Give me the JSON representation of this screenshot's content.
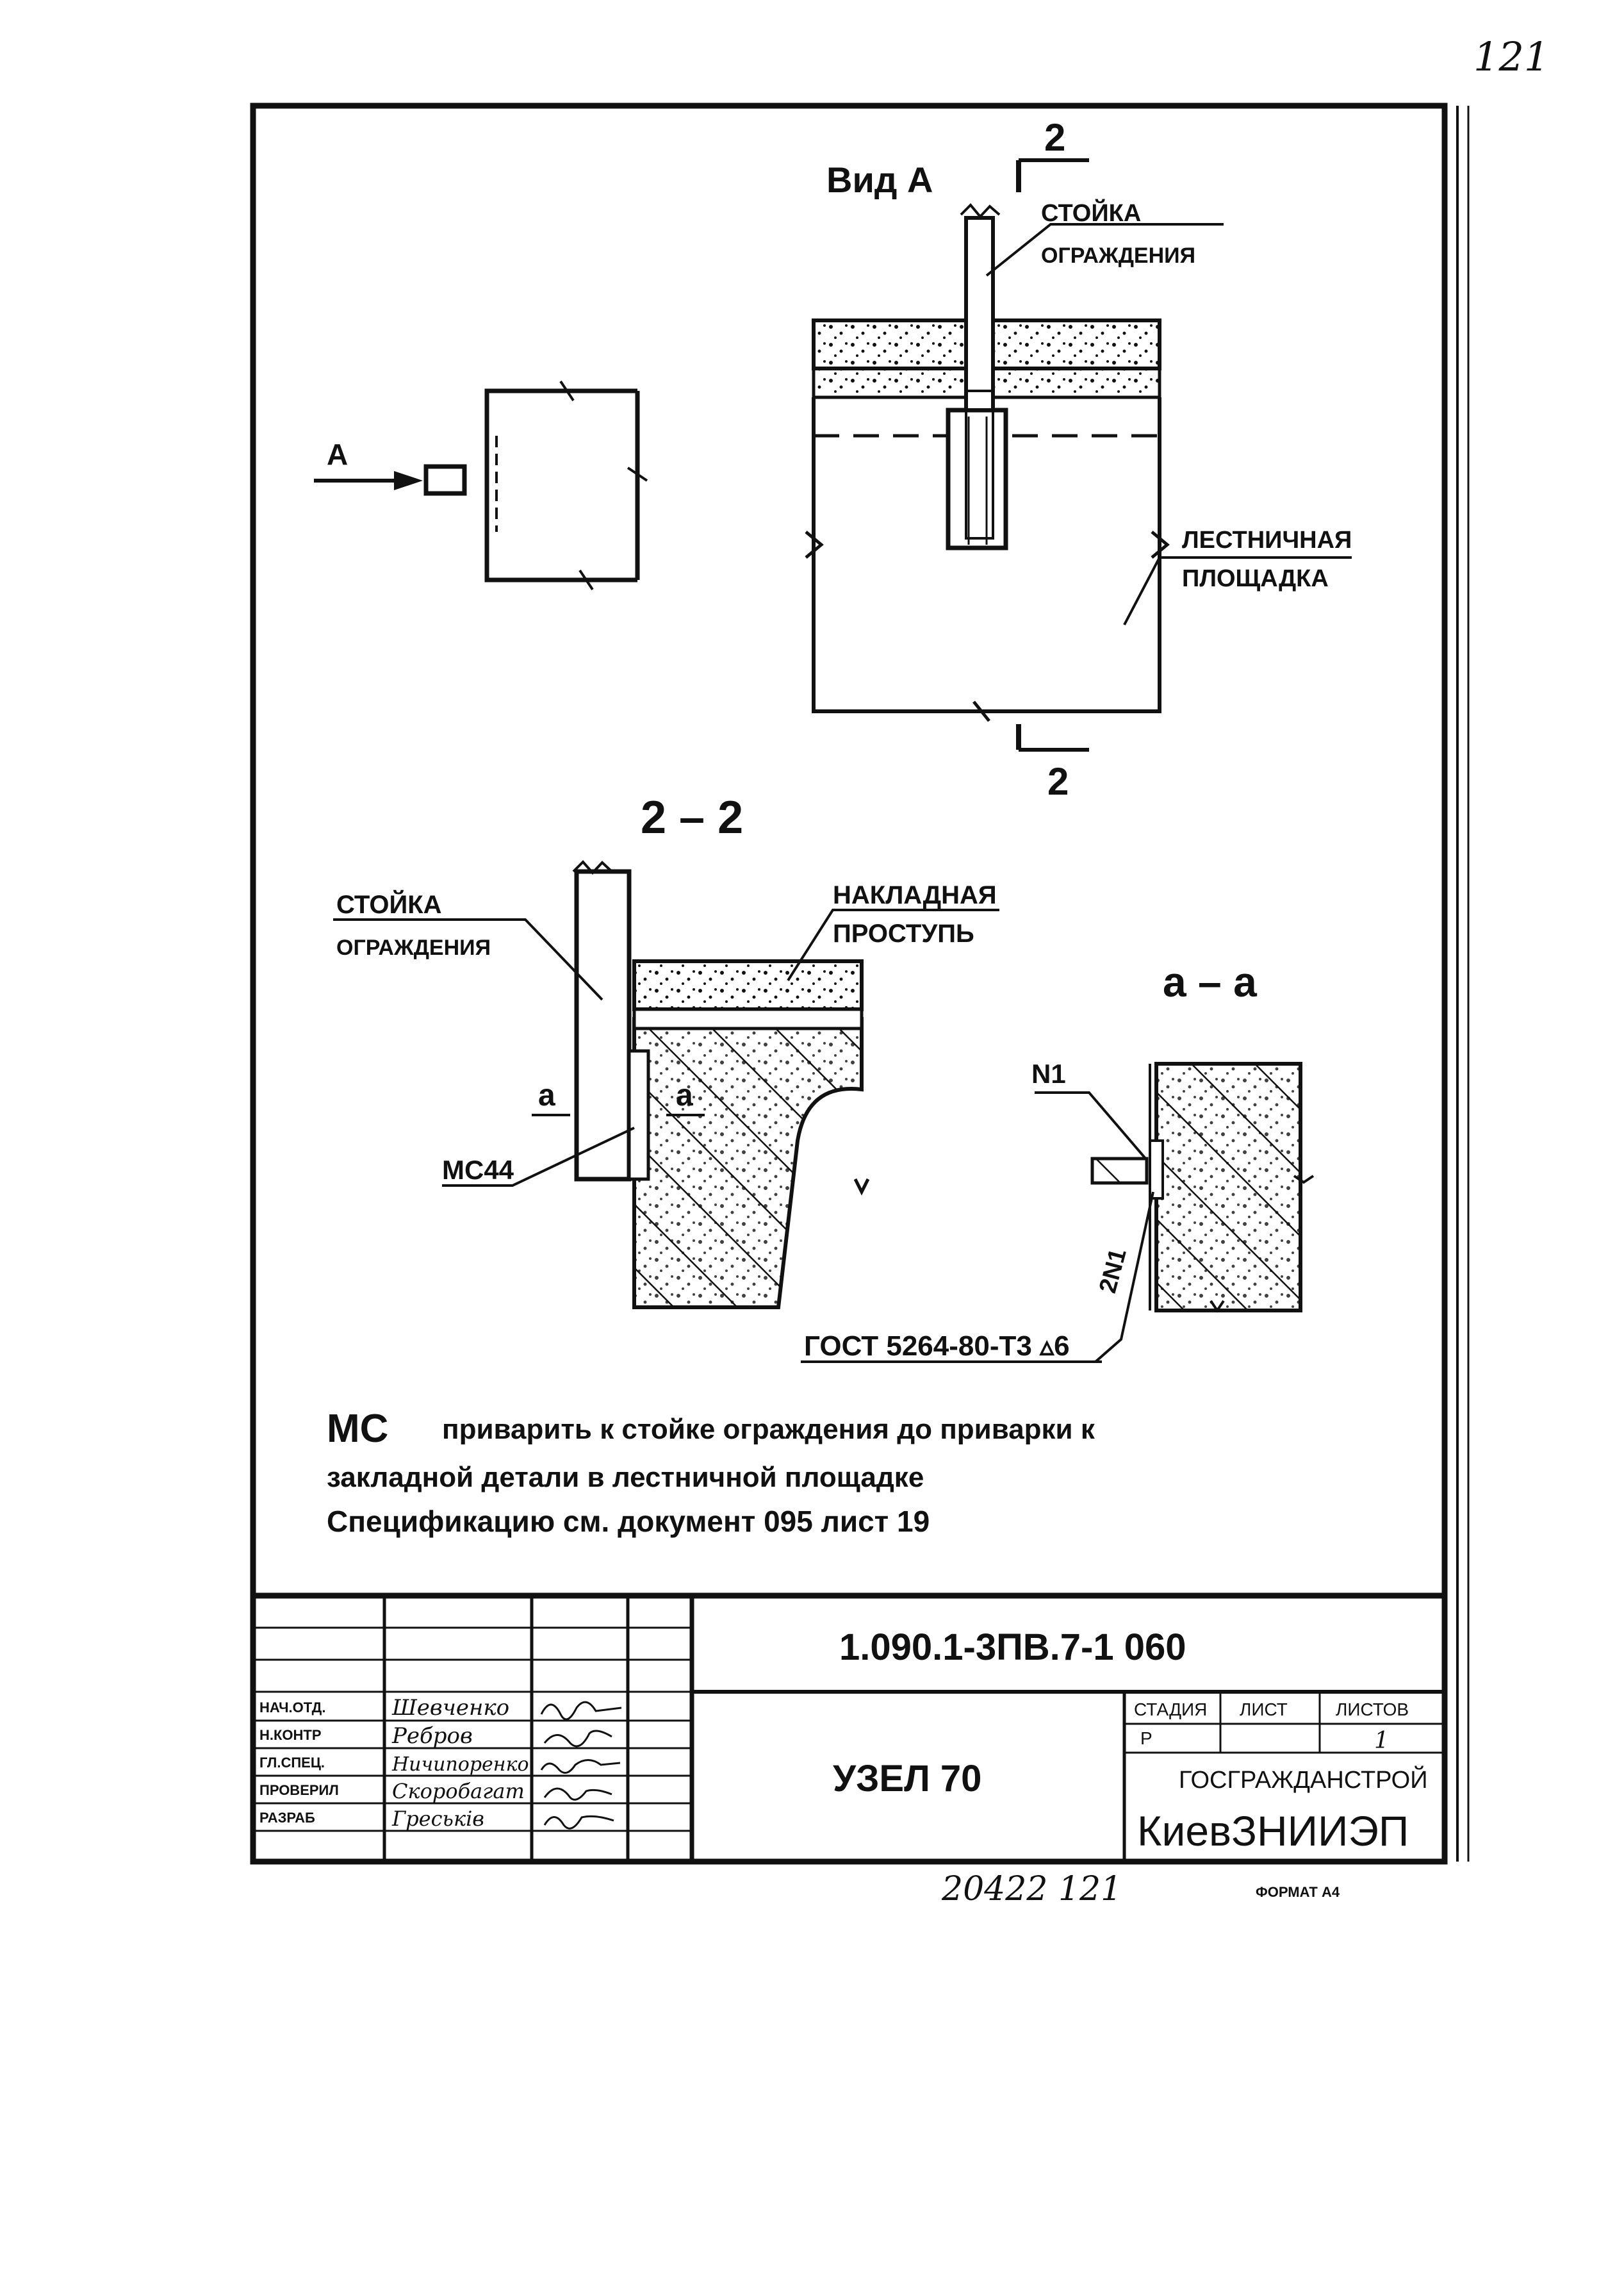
{
  "page_number": "121",
  "view_a": {
    "title": "Вид А",
    "cut_mark_top": "2",
    "cut_mark_bottom": "2",
    "post_label_1": "СТОЙКА",
    "post_label_2": "ОГРАЖДЕНИЯ",
    "landing_label_1": "ЛЕСТНИЧНАЯ",
    "landing_label_2": "ПЛОЩАДКА"
  },
  "key_plan": {
    "arrow_label": "А"
  },
  "section_22": {
    "title": "2 – 2",
    "post_label_1": "СТОЙКА",
    "post_label_2": "ОГРАЖДЕНИЯ",
    "tread_label_1": "НАКЛАДНАЯ",
    "tread_label_2": "ПРОСТУПЬ",
    "cut_a_left": "а",
    "cut_a_right": "а",
    "part_label": "МС44"
  },
  "section_aa": {
    "title": "а – а",
    "part_label": "N1",
    "weld_label": "2N1",
    "weld_spec": "ГОСТ 5264-80-Т3 ▵6"
  },
  "notes": {
    "line1_prefix": "МС",
    "line1_rest": "приварить к стойке ограждения до приварки к",
    "line2": "закладной детали в лестничной площадке",
    "line3": "Спецификацию см. документ 095   лист 19"
  },
  "title_block": {
    "doc_code": "1.090.1-3ПВ.7-1   060",
    "title": "УЗЕЛ 70",
    "stage_header": "СТАДИЯ",
    "sheet_header": "ЛИСТ",
    "sheets_header": "ЛИСТОВ",
    "stage_value": "Р",
    "sheet_value": "",
    "sheets_value": "1",
    "org_line1": "ГОСГРАЖДАНСТРОЙ",
    "org_line2": "КиевЗНИИЭП",
    "roles": [
      {
        "role": "НАЧ.ОТД.",
        "name": "Шевченко"
      },
      {
        "role": "Н.КОНТР",
        "name": "Ребров"
      },
      {
        "role": "ГЛ.СПЕЦ.",
        "name": "Ничипоренко"
      },
      {
        "role": "ПРОВЕРИЛ",
        "name": "Скоробагат"
      },
      {
        "role": "РАЗРАБ",
        "name": "Греськів"
      }
    ]
  },
  "footer": {
    "inventory": "20422  121",
    "format": "ФОРМАТ А4"
  }
}
